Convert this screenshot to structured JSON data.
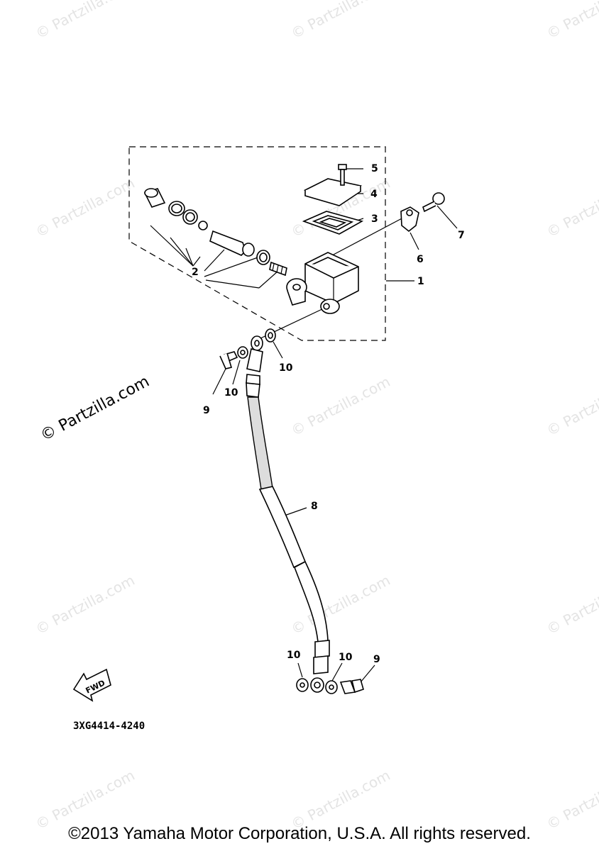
{
  "watermark": {
    "text": "© Partzilla.com",
    "prominent_text": "© Partzilla.com"
  },
  "callouts": {
    "c1": "1",
    "c2": "2",
    "c3": "3",
    "c4": "4",
    "c5": "5",
    "c6": "6",
    "c7": "7",
    "c8": "8",
    "c9a": "9",
    "c9b": "9",
    "c10a": "10",
    "c10b": "10",
    "c10c": "10",
    "c10d": "10"
  },
  "fwd_label": "FWD",
  "part_code": "3XG4414-4240",
  "copyright": "©2013 Yamaha Motor Corporation, U.S.A. All rights reserved."
}
